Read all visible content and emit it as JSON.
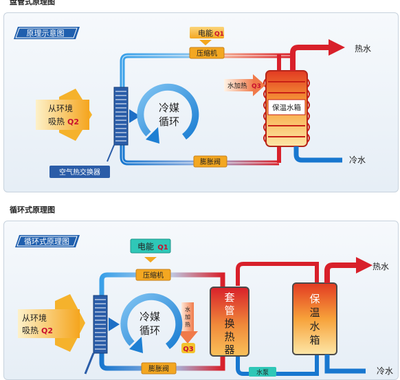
{
  "top": {
    "section_title": "盘管式原理图",
    "tag": "原理示意图",
    "power": "电能",
    "power_q": "Q1",
    "compressor": "压缩机",
    "water_heat": "水加热",
    "water_heat_q": "Q3",
    "hot_water": "热水",
    "cold_water": "冷水",
    "tank": "保温水箱",
    "env_line1": "从环境",
    "env_line2": "吸热",
    "env_q": "Q2",
    "refrigerant_line1": "冷媒",
    "refrigerant_line2": "循环",
    "expansion_valve": "膨胀阀",
    "air_exchanger": "空气热交换器"
  },
  "bottom": {
    "section_title": "循环式原理图",
    "tag": "循环式原理图",
    "power": "电能",
    "power_q": "Q1",
    "compressor": "压缩机",
    "water_heat_chars": [
      "水",
      "加",
      "热"
    ],
    "water_heat_q": "Q3",
    "hot_water": "热水",
    "cold_water": "冷水",
    "exchanger_chars": [
      "套",
      "管",
      "换",
      "热",
      "器"
    ],
    "tank_chars": [
      "保",
      "温",
      "水",
      "箱"
    ],
    "env_line1": "从环境",
    "env_line2": "吸热",
    "env_q": "Q2",
    "refrigerant_line1": "冷媒",
    "refrigerant_line2": "循环",
    "expansion_valve": "膨胀阀",
    "pump": "水泵"
  }
}
